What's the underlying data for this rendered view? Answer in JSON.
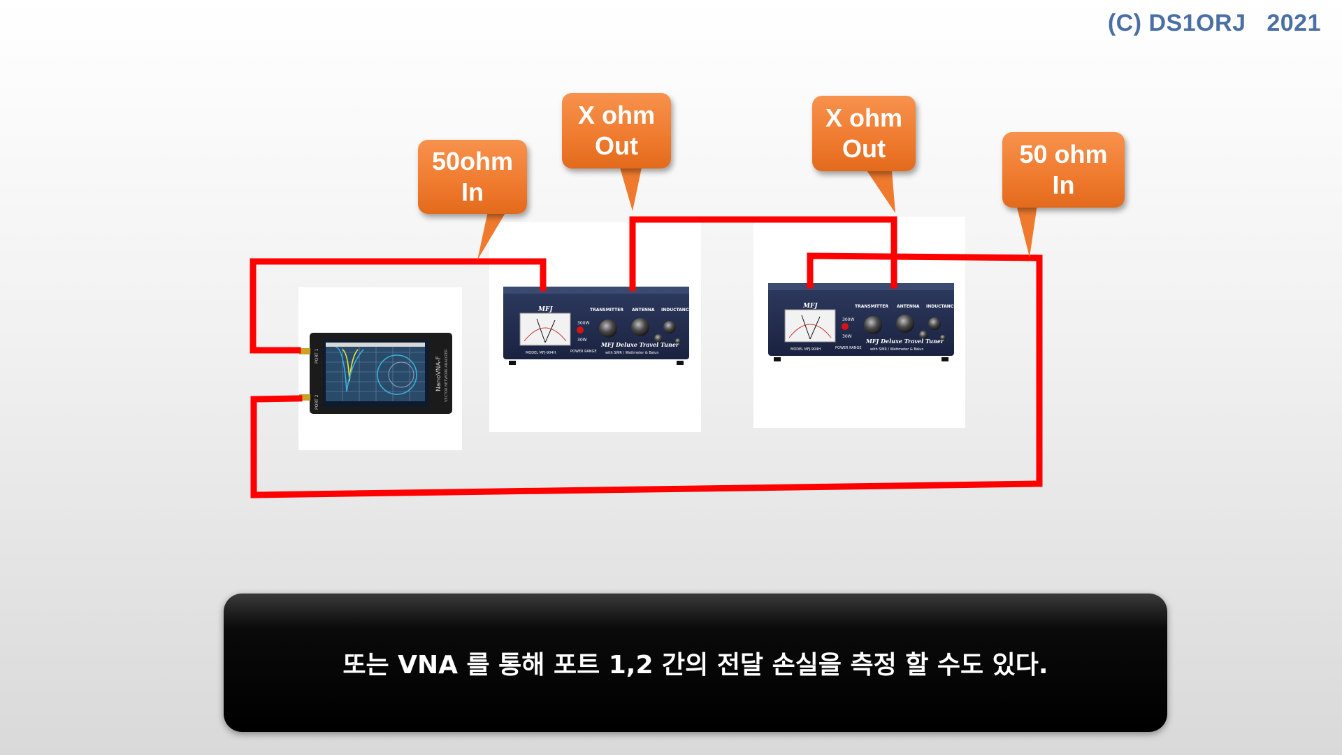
{
  "copyright": "(C) DS1ORJ   2021",
  "callouts": [
    {
      "line1": "50ohm",
      "line2": "In"
    },
    {
      "line1": "X ohm",
      "line2": "Out"
    },
    {
      "line1": "X ohm",
      "line2": "Out"
    },
    {
      "line1": "50 ohm",
      "line2": "In"
    }
  ],
  "caption": "또는 VNA 를 통해 포트 1,2 간의 전달 손실을 측정 할 수도 있다.",
  "devices": {
    "vna": {
      "name": "NanoVNA-F",
      "subtitle": "VECTOR NETWORK ANALYZER",
      "port1": "PORT 1",
      "port2": "PORT 2"
    },
    "tuner": {
      "brand": "MFJ",
      "model": "MODEL MFJ-904H",
      "name": "MFJ Deluxe Travel Tuner",
      "subname": "with SWR / Wattmeter & Balun",
      "knob_labels": [
        "TRANSMITTER",
        "ANTENNA",
        "INDUCTANCE"
      ],
      "power_high": "300W",
      "power_low": "30W",
      "power_range": "POWER RANGE"
    }
  },
  "colors": {
    "wire": "#ff0000",
    "callout": "#ef7a2e",
    "copyright": "#4a6fa5",
    "caption_bg": "#000000"
  }
}
